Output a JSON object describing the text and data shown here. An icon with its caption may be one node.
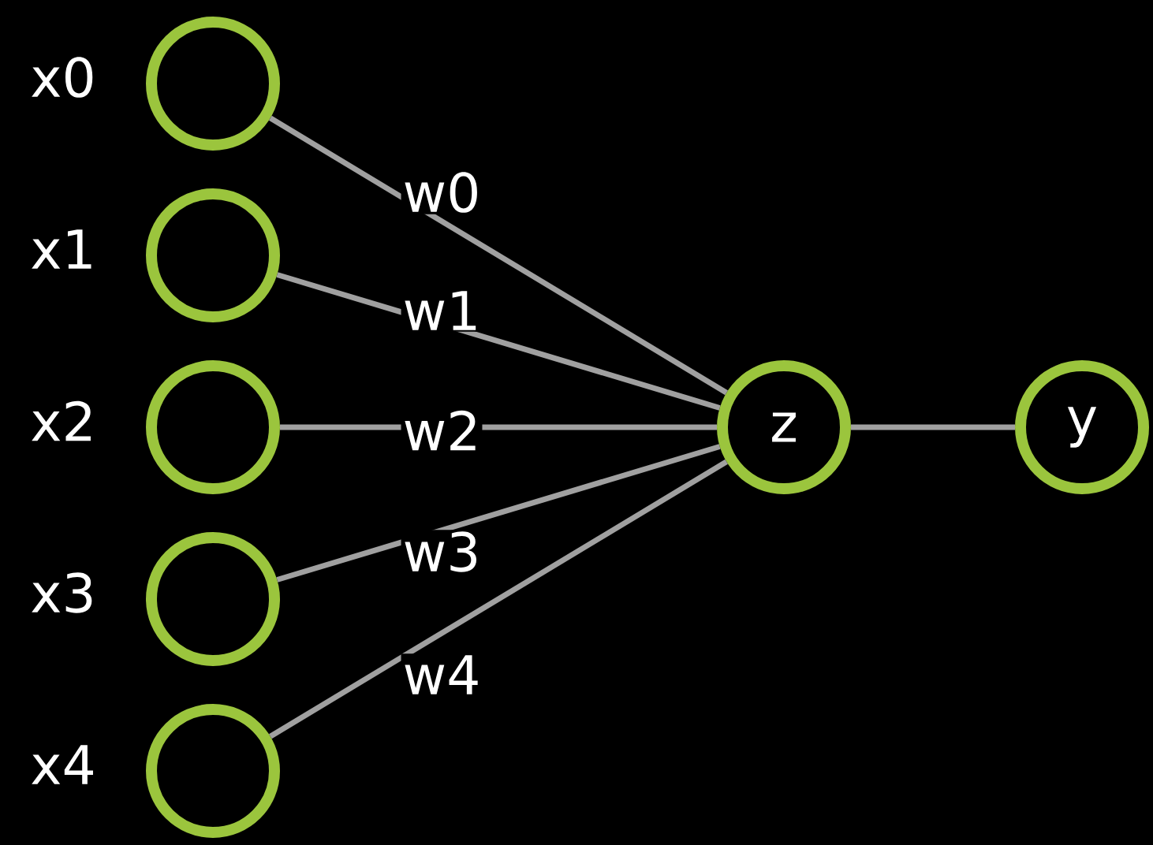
{
  "diagram": {
    "nodes": [
      {
        "text": [],
        "shape": "circle",
        "beside": [
          "x0"
        ]
      },
      {
        "text": [],
        "shape": "circle",
        "beside": [
          "x1"
        ]
      },
      {
        "text": [],
        "shape": "circle",
        "beside": [
          "x2"
        ]
      },
      {
        "text": [],
        "shape": "circle",
        "beside": [
          "x3"
        ]
      },
      {
        "text": [],
        "shape": "circle",
        "beside": [
          "x4"
        ]
      },
      {
        "text": [
          "z"
        ]
      },
      {
        "text": [
          "y"
        ]
      }
    ],
    "edges": [
      {
        "from": 0,
        "to": 5,
        "arrow": "none",
        "label": "w0"
      },
      {
        "from": 1,
        "to": 5,
        "arrow": "none",
        "label": "w1"
      },
      {
        "from": 2,
        "to": 5,
        "arrow": "none",
        "label": "w2"
      },
      {
        "from": 3,
        "to": 5,
        "arrow": "none",
        "label": "w3"
      },
      {
        "from": 4,
        "to": 5,
        "arrow": "none",
        "label": "w4"
      },
      {
        "from": 5,
        "to": 6,
        "arrow": "none"
      }
    ]
  }
}
